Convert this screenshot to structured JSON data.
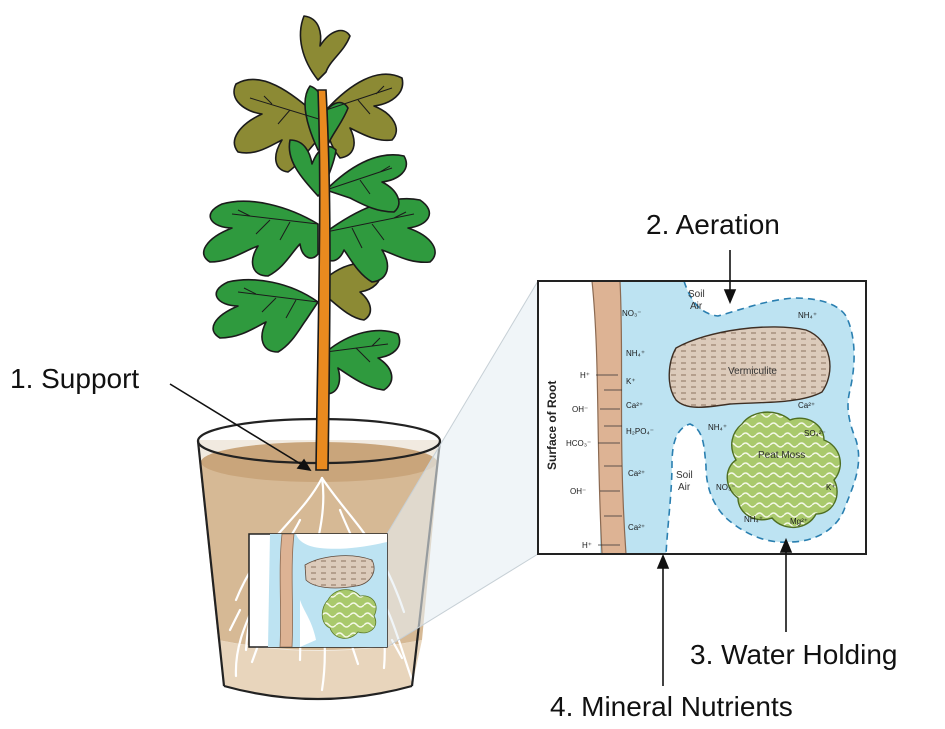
{
  "labels": {
    "support": "1. Support",
    "aeration": "2. Aeration",
    "water_holding": "3. Water Holding",
    "mineral_nutrients": "4. Mineral Nutrients"
  },
  "inset": {
    "surface_of_root": "Surface of Root",
    "soil_air_top": [
      "Soil",
      "Air"
    ],
    "soil_air_mid": [
      "Soil",
      "Air"
    ],
    "vermiculite": "Vermiculite",
    "peat_moss": "Peat Moss",
    "root_ions": [
      "H⁺",
      "OH⁻",
      "HCO₃⁻",
      "OH⁻",
      "H⁺"
    ],
    "film_ions": [
      "NO₃⁻",
      "NH₄⁺",
      "K⁺",
      "Ca²⁺",
      "H₂PO₄⁻",
      "Ca²⁺",
      "Ca²⁺"
    ],
    "particle_ions": [
      "NH₄⁺",
      "Ca²⁺",
      "NH₄⁺",
      "SO₄²⁻",
      "NO₃⁻",
      "K⁺",
      "NH₄⁺",
      "Mg²⁺"
    ]
  },
  "colors": {
    "stem": "#e98a1f",
    "leaf": "#2f9a3e",
    "leaf_back": "#8c8a34",
    "water_film": "#bde3f2",
    "root_surface": "#ddb394",
    "peat_moss": "#a9c96c",
    "vermiculite": "#d9c6b6",
    "soil": "#d6b995",
    "outline": "#222222"
  }
}
